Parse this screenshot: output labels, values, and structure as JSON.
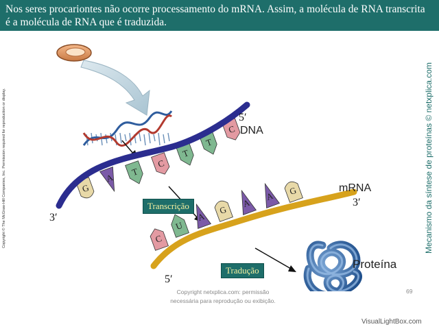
{
  "header": {
    "text": "Nos seres procariontes não ocorre processamento do mRNA. Assim, a molécula de RNA transcrita é a molécula de RNA que é traduzida.",
    "color": "#1e6e6a"
  },
  "side": {
    "copyright": "Copyright © The McGraw-Hill Companies, Inc. Permission required for reproduction or display.",
    "mechanism": "Mecanismo da síntese de proteínas © netxplica.com"
  },
  "diagram": {
    "dna_label": "DNA",
    "mrna_label": "mRNA",
    "protein_label": "Proteína",
    "dna_five_prime": "5′",
    "dna_three_prime": "3′",
    "mrna_five_prime": "5′",
    "mrna_three_prime": "3′",
    "dna_bases": [
      "G",
      "A",
      "T",
      "C",
      "T",
      "T",
      "C"
    ],
    "mrna_bases": [
      "C",
      "U",
      "A",
      "G",
      "A",
      "A",
      "G"
    ],
    "transcription_label": "Transcrição",
    "translation_label": "Tradução",
    "dna_strand_color": "#2b2d8f",
    "mrna_strand_color": "#d7a21c"
  },
  "footer": {
    "line1": "Copyright netxplica.com: permissão",
    "line2": "necessária para reprodução ou exibição.",
    "page_number": "69"
  },
  "watermark": "VisualLightBox.com"
}
